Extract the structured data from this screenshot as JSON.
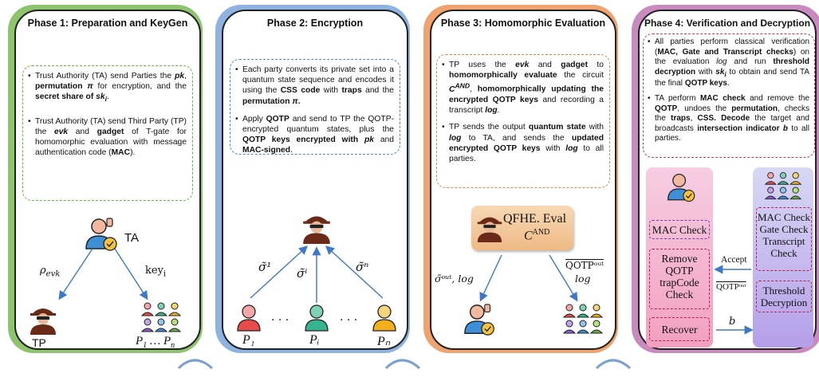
{
  "phases": [
    {
      "title": "Phase 1: Preparation and KeyGen",
      "color": "#8fc46e",
      "bullets": [
        "Trust Authority (TA) send Parties the pk, permutation π for encryption, and the secret share of sk_i.",
        "Trust Authority (TA) send Third Party (TP) the evk and gadget of T-gate for homomorphic evaluation with message authentication code (MAC)."
      ],
      "ta_label": "TA",
      "tp_label": "TP",
      "edge_left": "ρ_evk",
      "edge_right": "key_i",
      "parties_label": "P_1 … P_n"
    },
    {
      "title": "Phase 2:  Encryption",
      "color": "#8fb3e0",
      "bullets": [
        "Each party converts its private set into a quantum state sequence and encodes it using the CSS code with traps and the permutation π.",
        "Apply QOTP and send to TP the QOTP-encrypted quantum states, plus the QOTP keys encrypted with pk and MAC-signed."
      ],
      "sig1": "σ̃¹",
      "sigi": "σ̃ⁱ",
      "sign": "σ̃ⁿ",
      "p1": "P₁",
      "pi": "Pᵢ",
      "pn": "Pₙ",
      "dots": "· · ·"
    },
    {
      "title": "Phase 3:  Homomorphic Evaluation",
      "color": "#f0a36e",
      "bullets": [
        "TP uses the evk and gadget to homomorphically evaluate the circuit C^AND, homomorphically updating the encrypted QOTP keys and recording a transcript log.",
        "TP sends the output quantum state with log to TA, and sends the updated encrypted QOTP keys with log to all parties."
      ],
      "eval_line1": "QFHE. Eval",
      "eval_line2": "C",
      "eval_sup": "AND",
      "out_left": "σ̃ᵒᵘᵗ, log",
      "out_right1": "QOTPᵒᵘᵗ",
      "out_right2": "log"
    },
    {
      "title": "Phase 4: Verification and Decryption",
      "color": "#c98bbf",
      "bullets": [
        "All parties perform classical verification (MAC, Gate and Transcript checks) on the evaluation log and run threshold decryption with sk_i to obtain and send TA the final QOTP keys.",
        "TA perform MAC check and remove the QOTP, undoes the permutation, checks the traps, CSS.Decode the target and broadcasts intersection indicator b to all parties."
      ],
      "mac_check": "MAC Check",
      "remove_qotp": [
        "Remove",
        "QOTP",
        "trapCode",
        "Check"
      ],
      "recover": "Recover",
      "checks": [
        "MAC Check",
        "Gate Check",
        "Transcript",
        "Check"
      ],
      "threshold": [
        "Threshold",
        "Decryption"
      ],
      "accept": "Accept",
      "qotp_out": "QOTPᵒᵘᵗ",
      "b": "b"
    }
  ]
}
